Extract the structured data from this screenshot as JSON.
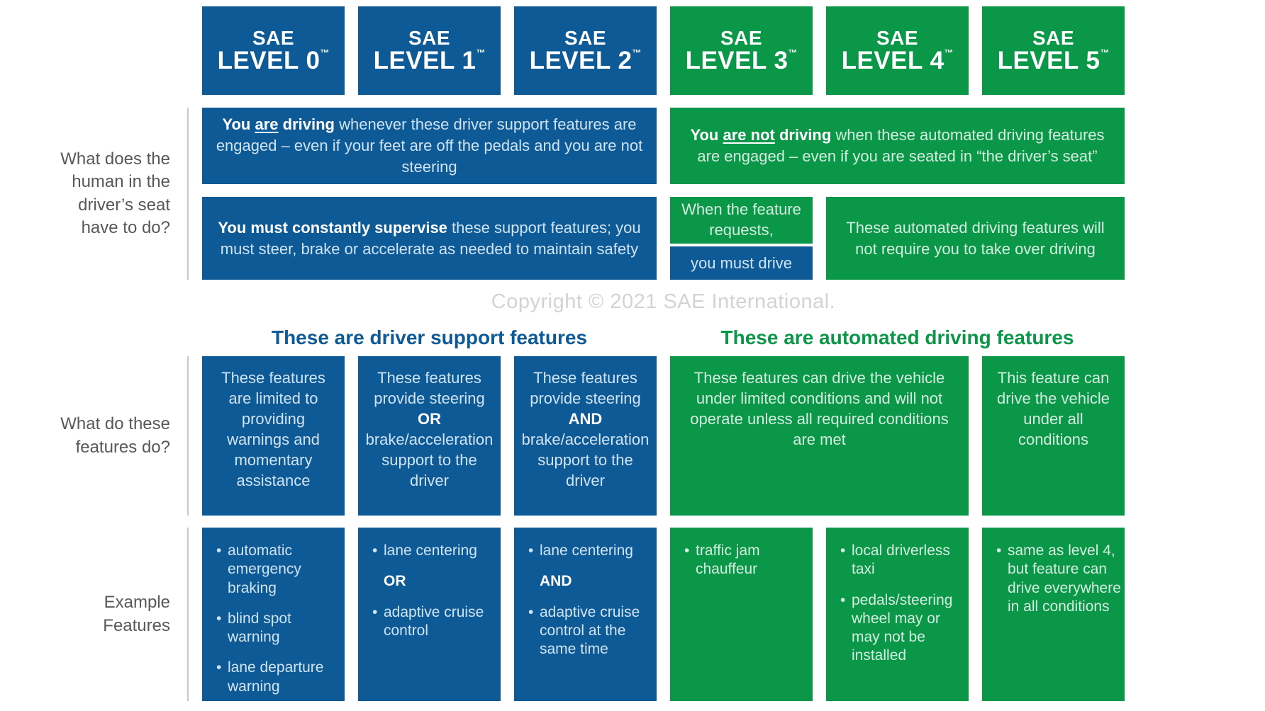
{
  "meta": {
    "copyright": "Copyright © 2021 SAE International.",
    "colors": {
      "blue": "#0e5a96",
      "green": "#0a9748"
    }
  },
  "header": {
    "tm": "™",
    "levels": [
      {
        "brand": "SAE",
        "name": "LEVEL 0"
      },
      {
        "brand": "SAE",
        "name": "LEVEL 1"
      },
      {
        "brand": "SAE",
        "name": "LEVEL 2"
      },
      {
        "brand": "SAE",
        "name": "LEVEL 3"
      },
      {
        "brand": "SAE",
        "name": "LEVEL 4"
      },
      {
        "brand": "SAE",
        "name": "LEVEL 5"
      }
    ]
  },
  "row_labels": {
    "human": "What does the human in the driver’s seat have to do?",
    "features_do": "What do these features do?",
    "examples": "Example Features"
  },
  "human_row1": {
    "left": {
      "b1": "You ",
      "u": "are",
      "b2": " driving",
      "rest": " whenever these driver support features are engaged – even if your feet are off the pedals and you are not steering"
    },
    "right": {
      "b1": "You ",
      "u": "are not",
      "b2": " driving",
      "rest": " when these automated driving features are engaged – even if you are seated in “the driver’s seat”"
    }
  },
  "human_row2": {
    "left": {
      "b": "You must constantly supervise",
      "rest": " these support features; you must steer, brake or accelerate as needed to maintain safety"
    },
    "level3_top": "When the feature requests,",
    "level3_bottom": "you must drive",
    "right": "These automated driving features will not require you to take over driving"
  },
  "section_headers": {
    "support": "These are driver support features",
    "automated": "These are automated driving features"
  },
  "features_do": {
    "level0": "These features are limited to providing warnings and momentary assistance",
    "level1": {
      "pre": "These features provide steering ",
      "conj": "OR",
      "post": " brake/acceleration support to the driver"
    },
    "level2": {
      "pre": "These features provide steering ",
      "conj": "AND",
      "post": " brake/acceleration support to the driver"
    },
    "level3_4": "These features can drive the vehicle under limited conditions and will not operate unless all required conditions are met",
    "level5": "This feature can drive the vehicle under all conditions"
  },
  "examples": {
    "level0": [
      "automatic emergency braking",
      "blind spot warning",
      "lane departure warning"
    ],
    "level1": {
      "first": "lane centering",
      "conj": "OR",
      "second": "adaptive cruise control"
    },
    "level2": {
      "first": "lane centering",
      "conj": "AND",
      "second": "adaptive cruise control at the same time"
    },
    "level3": [
      "traffic jam chauffeur"
    ],
    "level4": [
      "local driverless taxi",
      "pedals/steering wheel may or may not be installed"
    ],
    "level5": [
      "same as level 4, but feature can drive everywhere in all conditions"
    ]
  }
}
